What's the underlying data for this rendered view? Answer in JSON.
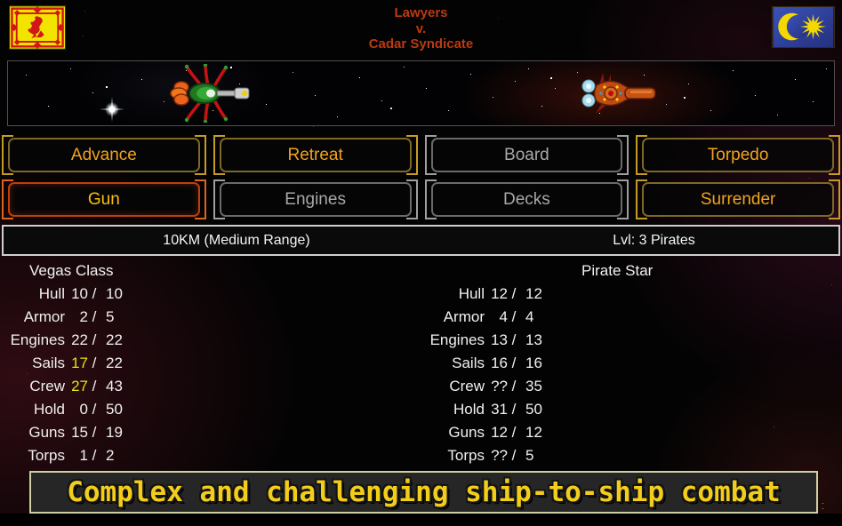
{
  "header": {
    "title_line1": "Lawyers",
    "title_line2": "v.",
    "title_line3": "Cadar Syndicate",
    "title_color": "#bb3a10",
    "left_flag": "scottish-lion-banner",
    "right_flag": "crescent-sun-banner"
  },
  "combat_buttons": {
    "row1": [
      {
        "label": "Advance",
        "state": "enabled"
      },
      {
        "label": "Retreat",
        "state": "enabled"
      },
      {
        "label": "Board",
        "state": "disabled"
      },
      {
        "label": "Torpedo",
        "state": "enabled"
      }
    ],
    "row2": [
      {
        "label": "Gun",
        "state": "selected"
      },
      {
        "label": "Engines",
        "state": "disabled"
      },
      {
        "label": "Decks",
        "state": "disabled"
      },
      {
        "label": "Surrender",
        "state": "enabled"
      }
    ]
  },
  "status_bar": {
    "range": "10KM (Medium Range)",
    "enemy_level": "Lvl: 3 Pirates"
  },
  "player_ship": {
    "name": "Vegas Class",
    "stats": [
      {
        "label": "Hull",
        "current": "10",
        "max": "10",
        "highlight": false
      },
      {
        "label": "Armor",
        "current": "2",
        "max": "5",
        "highlight": false
      },
      {
        "label": "Engines",
        "current": "22",
        "max": "22",
        "highlight": false
      },
      {
        "label": "Sails",
        "current": "17",
        "max": "22",
        "highlight": true
      },
      {
        "label": "Crew",
        "current": "27",
        "max": "43",
        "highlight": true
      },
      {
        "label": "Hold",
        "current": "0",
        "max": "50",
        "highlight": false
      },
      {
        "label": "Guns",
        "current": "15",
        "max": "19",
        "highlight": false
      },
      {
        "label": "Torps",
        "current": "1",
        "max": "2",
        "highlight": false
      }
    ]
  },
  "enemy_ship": {
    "name": "Pirate Star",
    "stats": [
      {
        "label": "Hull",
        "current": "12",
        "max": "12",
        "highlight": false
      },
      {
        "label": "Armor",
        "current": "4",
        "max": "4",
        "highlight": false
      },
      {
        "label": "Engines",
        "current": "13",
        "max": "13",
        "highlight": false
      },
      {
        "label": "Sails",
        "current": "16",
        "max": "16",
        "highlight": false
      },
      {
        "label": "Crew",
        "current": "??",
        "max": "35",
        "highlight": false
      },
      {
        "label": "Hold",
        "current": "31",
        "max": "50",
        "highlight": false
      },
      {
        "label": "Guns",
        "current": "12",
        "max": "12",
        "highlight": false
      },
      {
        "label": "Torps",
        "current": "??",
        "max": "5",
        "highlight": false
      }
    ]
  },
  "banner": {
    "text": "Complex and challenging ship-to-ship combat"
  },
  "colors": {
    "button_gold_text": "#f2a21d",
    "button_gold_border": "#7d6828",
    "button_selected_border": "#bf3f0c",
    "button_selected_text": "#fbbf0e",
    "button_disabled_text": "#a8a8a8",
    "stat_highlight_yellow": "#e3e312",
    "banner_yellow": "#f2ce1b",
    "banner_border": "#cdd0a2",
    "title_red": "#bb3a10"
  }
}
